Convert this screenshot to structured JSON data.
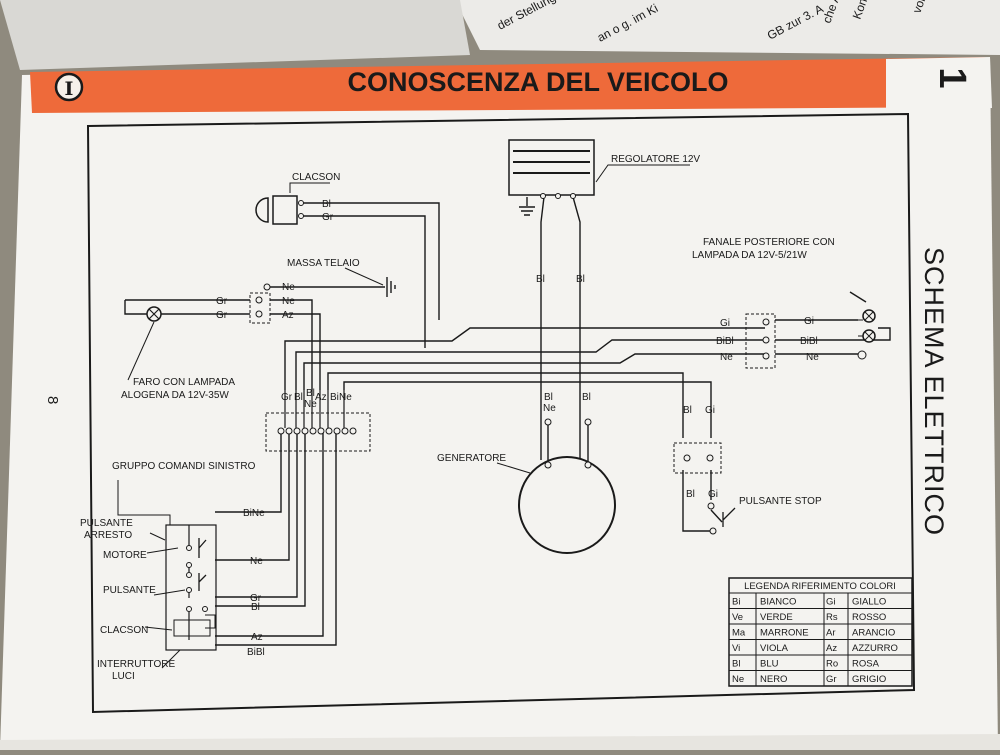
{
  "header": {
    "chapter_roman": "I",
    "title": "CONOSCENZA DEL VEICOLO",
    "chapter_number": "1",
    "accent_color": "#ee6a3a"
  },
  "page_number": "8",
  "side_title": "SCHEMA ELETTRICO",
  "background_text": [
    "Konstruktion",
    "che Aus",
    "GB zur 3. A",
    "an o g. im Ki",
    "der Stellung",
    "vortie"
  ],
  "components": {
    "clacson": "CLACSON",
    "regolatore": "REGOLATORE 12V",
    "massa_telaio": "MASSA TELAIO",
    "fanale_line1": "FANALE POSTERIORE CON",
    "fanale_line2": "LAMPADA DA 12V-5/21W",
    "faro_line1": "FARO CON LAMPADA",
    "faro_line2": "ALOGENA DA 12V-35W",
    "generatore": "GENERATORE",
    "gruppo_comandi": "GRUPPO COMANDI SINISTRO",
    "pulsante_arresto_1": "PULSANTE",
    "pulsante_arresto_2": "ARRESTO",
    "motore": "MOTORE",
    "pulsante": "PULSANTE",
    "clacson_2": "CLACSON",
    "interruttore_1": "INTERRUTTORE",
    "interruttore_2": "LUCI",
    "pulsante_stop": "PULSANTE STOP"
  },
  "wire_labels": {
    "clacson_bl": "Bl",
    "clacson_gr": "Gr",
    "massa_ne": "Ne",
    "faro_gr1": "Gr",
    "faro_gr2": "Gr",
    "conn_ne": "Ne",
    "conn_az": "Az",
    "reg_bl1": "Bl",
    "reg_bl2": "Bl",
    "gen_bl": "Bl",
    "gen_ne": "Ne",
    "gen_bl2": "Bl",
    "term_gr": "Gr",
    "term_bl": "Bl",
    "term_blne": "Bl",
    "term_ne2": "Ne",
    "term_az": "Az",
    "term_bi": "Bi",
    "term_ne": "Ne",
    "fan_gi1": "Gi",
    "fan_bibl1": "BiBl",
    "fan_ne1": "Ne",
    "fan_gi2": "Gi",
    "fan_bibl2": "BiBl",
    "fan_ne2": "Ne",
    "stop_bl1": "Bl",
    "stop_gi1": "Gi",
    "stop_bl2": "Bl",
    "stop_gi2": "Gi",
    "grp_bine": "BiNe",
    "grp_ne": "Ne",
    "grp_gr": "Gr",
    "grp_bl": "Bl",
    "grp_az": "Az",
    "grp_bibl": "BiBl"
  },
  "legend": {
    "title": "LEGENDA RIFERIMENTO COLORI",
    "rows": [
      [
        "Bi",
        "BIANCO",
        "Gi",
        "GIALLO"
      ],
      [
        "Ve",
        "VERDE",
        "Rs",
        "ROSSO"
      ],
      [
        "Ma",
        "MARRONE",
        "Ar",
        "ARANCIO"
      ],
      [
        "Vi",
        "VIOLA",
        "Az",
        "AZZURRO"
      ],
      [
        "Bl",
        "BLU",
        "Ro",
        "ROSA"
      ],
      [
        "Ne",
        "NERO",
        "Gr",
        "GRIGIO"
      ]
    ]
  }
}
